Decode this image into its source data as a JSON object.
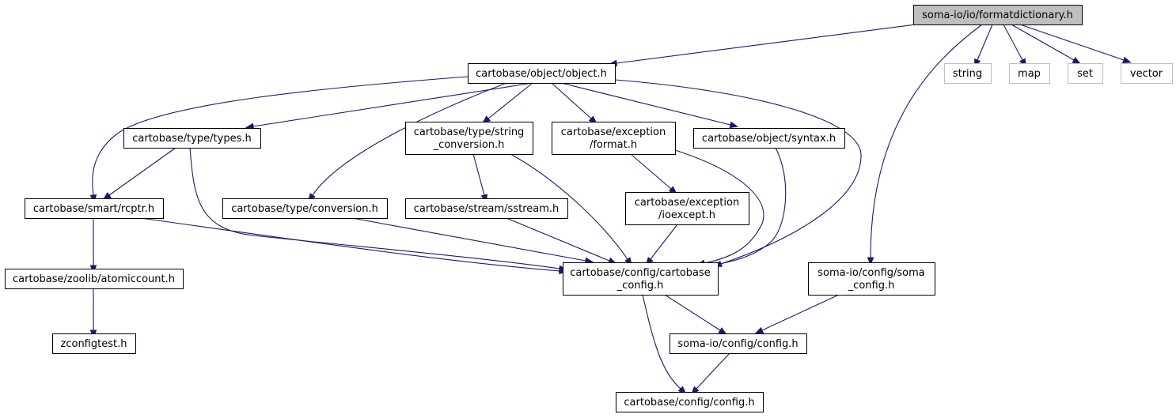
{
  "diagram": {
    "type": "include-dependency-graph",
    "colors": {
      "edge": "#191970",
      "root_fill": "#bfbfbf",
      "system_border": "#bfbfbf",
      "node_border": "#000000"
    },
    "nodes": [
      {
        "id": "root",
        "lines": [
          "soma-io/io/formatdictionary.h"
        ],
        "kind": "root"
      },
      {
        "id": "object",
        "lines": [
          "cartobase/object/object.h"
        ],
        "kind": "file"
      },
      {
        "id": "string",
        "lines": [
          "string"
        ],
        "kind": "system"
      },
      {
        "id": "map",
        "lines": [
          "map"
        ],
        "kind": "system"
      },
      {
        "id": "set",
        "lines": [
          "set"
        ],
        "kind": "system"
      },
      {
        "id": "vector",
        "lines": [
          "vector"
        ],
        "kind": "system"
      },
      {
        "id": "types",
        "lines": [
          "cartobase/type/types.h"
        ],
        "kind": "file"
      },
      {
        "id": "strconv",
        "lines": [
          "cartobase/type/string",
          "_conversion.h"
        ],
        "kind": "file"
      },
      {
        "id": "format",
        "lines": [
          "cartobase/exception",
          "/format.h"
        ],
        "kind": "file"
      },
      {
        "id": "syntax",
        "lines": [
          "cartobase/object/syntax.h"
        ],
        "kind": "file"
      },
      {
        "id": "rcptr",
        "lines": [
          "cartobase/smart/rcptr.h"
        ],
        "kind": "file"
      },
      {
        "id": "conversion",
        "lines": [
          "cartobase/type/conversion.h"
        ],
        "kind": "file"
      },
      {
        "id": "sstream",
        "lines": [
          "cartobase/stream/sstream.h"
        ],
        "kind": "file"
      },
      {
        "id": "ioexcept",
        "lines": [
          "cartobase/exception",
          "/ioexcept.h"
        ],
        "kind": "file"
      },
      {
        "id": "atomiccount",
        "lines": [
          "cartobase/zoolib/atomiccount.h"
        ],
        "kind": "file"
      },
      {
        "id": "cbconfig",
        "lines": [
          "cartobase/config/cartobase",
          "_config.h"
        ],
        "kind": "file"
      },
      {
        "id": "somaconfig",
        "lines": [
          "soma-io/config/soma",
          "_config.h"
        ],
        "kind": "file"
      },
      {
        "id": "zconfigtest",
        "lines": [
          "zconfigtest.h"
        ],
        "kind": "file"
      },
      {
        "id": "iocfg",
        "lines": [
          "soma-io/config/config.h"
        ],
        "kind": "file"
      },
      {
        "id": "cbcfg",
        "lines": [
          "cartobase/config/config.h"
        ],
        "kind": "file"
      }
    ],
    "edges": [
      [
        "root",
        "object"
      ],
      [
        "root",
        "string"
      ],
      [
        "root",
        "map"
      ],
      [
        "root",
        "set"
      ],
      [
        "root",
        "vector"
      ],
      [
        "root",
        "somaconfig"
      ],
      [
        "object",
        "types"
      ],
      [
        "object",
        "strconv"
      ],
      [
        "object",
        "format"
      ],
      [
        "object",
        "syntax"
      ],
      [
        "object",
        "rcptr"
      ],
      [
        "object",
        "conversion"
      ],
      [
        "object",
        "cbconfig"
      ],
      [
        "types",
        "rcptr"
      ],
      [
        "types",
        "cbconfig"
      ],
      [
        "strconv",
        "sstream"
      ],
      [
        "strconv",
        "cbconfig"
      ],
      [
        "format",
        "ioexcept"
      ],
      [
        "format",
        "cbconfig"
      ],
      [
        "syntax",
        "cbconfig"
      ],
      [
        "rcptr",
        "atomiccount"
      ],
      [
        "rcptr",
        "cbconfig"
      ],
      [
        "conversion",
        "cbconfig"
      ],
      [
        "sstream",
        "cbconfig"
      ],
      [
        "ioexcept",
        "cbconfig"
      ],
      [
        "atomiccount",
        "zconfigtest"
      ],
      [
        "cbconfig",
        "iocfg"
      ],
      [
        "cbconfig",
        "cbcfg"
      ],
      [
        "somaconfig",
        "iocfg"
      ],
      [
        "iocfg",
        "cbcfg"
      ]
    ]
  }
}
